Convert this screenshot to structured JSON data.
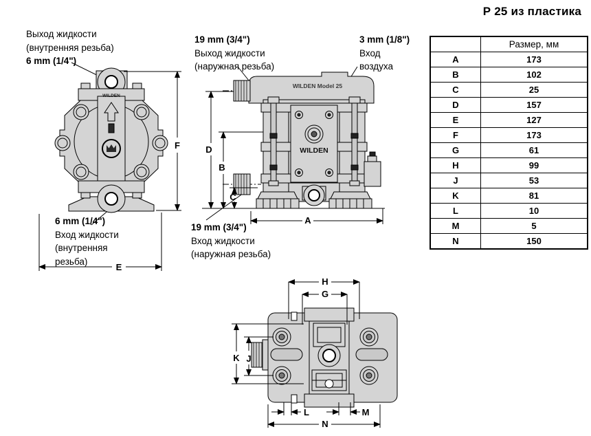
{
  "title": "Р 25 из пластика",
  "colors": {
    "body_fill": "#d4d4d4",
    "line": "#000000",
    "background": "#ffffff"
  },
  "table": {
    "size_header": "Размер, мм",
    "rows": [
      {
        "dim": "A",
        "value_mm": "173"
      },
      {
        "dim": "B",
        "value_mm": "102"
      },
      {
        "dim": "C",
        "value_mm": "25"
      },
      {
        "dim": "D",
        "value_mm": "157"
      },
      {
        "dim": "E",
        "value_mm": "127"
      },
      {
        "dim": "F",
        "value_mm": "173"
      },
      {
        "dim": "G",
        "value_mm": "61"
      },
      {
        "dim": "H",
        "value_mm": "99"
      },
      {
        "dim": "J",
        "value_mm": "53"
      },
      {
        "dim": "K",
        "value_mm": "81"
      },
      {
        "dim": "L",
        "value_mm": "10"
      },
      {
        "dim": "M",
        "value_mm": "5"
      },
      {
        "dim": "N",
        "value_mm": "150"
      }
    ]
  },
  "front_view": {
    "outlet_label": {
      "line1": "Выход жидкости",
      "line2": "(внутренняя резьба)",
      "size": "6 mm (1/4\")"
    },
    "inlet_label": {
      "size": "6 mm (1/4\")",
      "line1": "Вход жидкости",
      "line2": "(внутренняя",
      "line3": "резьба)"
    },
    "brand_text": "WILDEN",
    "dims": {
      "height": "F",
      "width": "E"
    }
  },
  "side_view": {
    "outlet_label": {
      "size": "19 mm (3/4\")",
      "line1": "Выход жидкости",
      "line2": "(наружная резьба)"
    },
    "air_label": {
      "size": "3 mm (1/8\")",
      "line1": "Вход",
      "line2": "воздуха"
    },
    "inlet_label": {
      "size": "19 mm (3/4\")",
      "line1": "Вход жидкости",
      "line2": "(наружная резьба)"
    },
    "model_text": "WILDEN Model 25",
    "brand_text": "WILDEN",
    "dims": {
      "width": "A",
      "chamber_height": "B",
      "inlet_height": "C",
      "outlet_height": "D"
    }
  },
  "top_view": {
    "dims": {
      "cap_width": "H",
      "inner_width": "G",
      "bolt_span_depth": "J",
      "outer_depth": "K",
      "left_offset": "L",
      "right_offset": "M",
      "overall_width": "N"
    }
  }
}
